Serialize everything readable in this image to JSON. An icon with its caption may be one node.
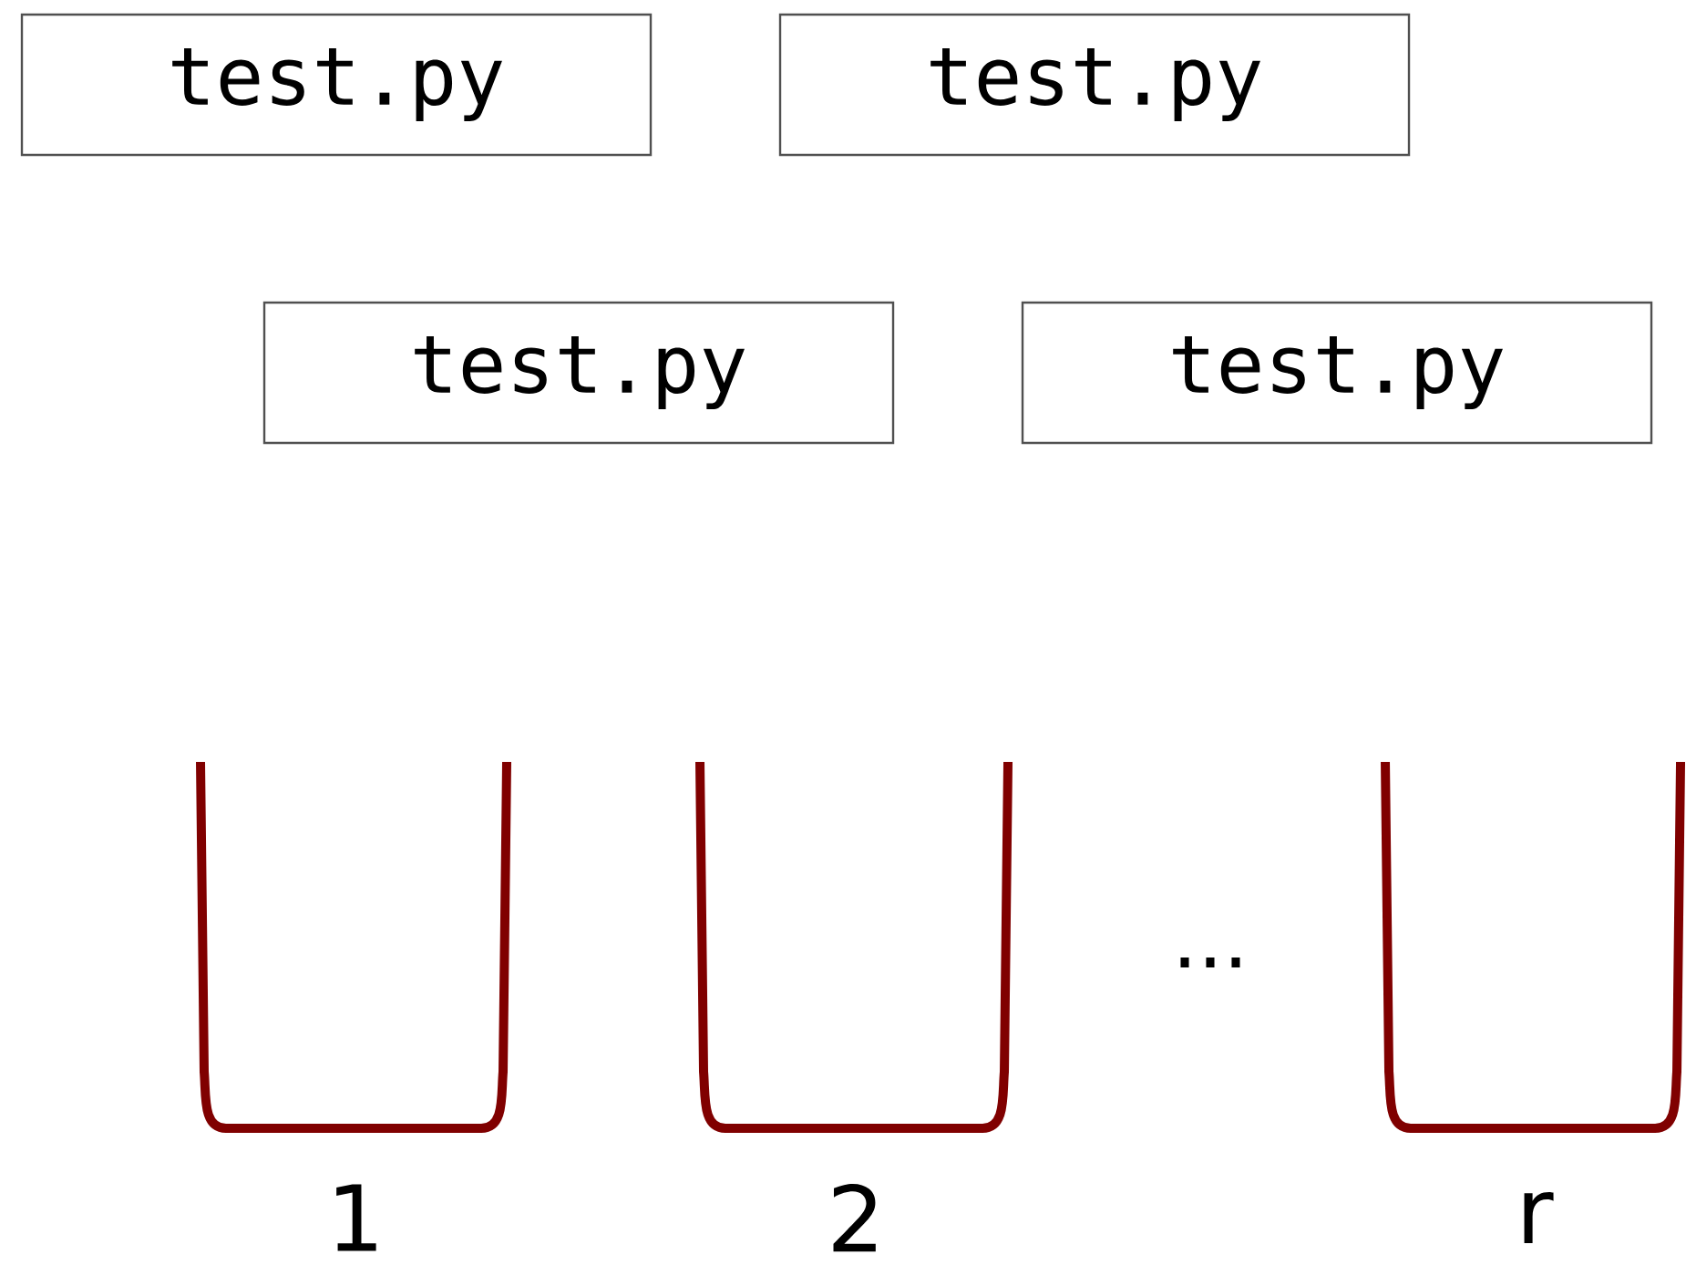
{
  "diagram": {
    "nodes": [
      {
        "text": [
          "test.py"
        ]
      },
      {
        "text": [
          "test.py"
        ]
      },
      {
        "text": [
          "test.py"
        ]
      },
      {
        "text": [
          "test.py"
        ]
      },
      {
        "text": [
          "1"
        ]
      },
      {
        "text": [
          "2"
        ]
      },
      {
        "text": [
          "r"
        ]
      }
    ],
    "labels": [
      "..."
    ]
  }
}
